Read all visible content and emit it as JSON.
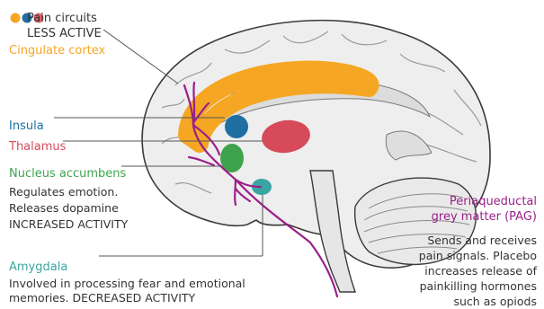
{
  "legend": {
    "line1": "Pain circuits",
    "line2": "LESS ACTIVE",
    "dot_colors": [
      "#f5a623",
      "#1f6fa3",
      "#e0606a"
    ]
  },
  "regions": {
    "cingulate": {
      "label": "Cingulate cortex",
      "color": "#f5a623"
    },
    "insula": {
      "label": "Insula",
      "color": "#1f6fa3"
    },
    "thalamus": {
      "label": "Thalamus",
      "color": "#d64a5a"
    },
    "nucleus_accumbens": {
      "label": "Nucleus accumbens",
      "color": "#3fa34d",
      "desc": [
        "Regulates emotion.",
        "Releases dopamine",
        "INCREASED ACTIVITY"
      ]
    },
    "amygdala": {
      "label": "Amygdala",
      "color": "#3aa5a0",
      "desc": [
        "Involved in processing  fear and emotional",
        "memories. DECREASED ACTIVITY"
      ]
    },
    "pag": {
      "label": [
        "Periaqueductal",
        "grey matter (PAG)"
      ],
      "color": "#9b1f8a",
      "desc": [
        "Sends and receives",
        "pain signals. Placebo",
        "increases release of",
        "painkilling hormones",
        "such as opiods"
      ]
    }
  }
}
